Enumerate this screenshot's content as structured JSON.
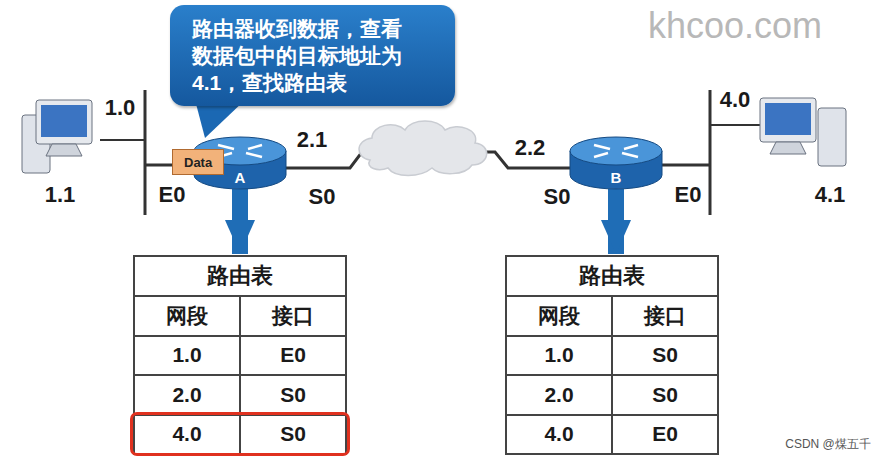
{
  "diagram": {
    "nodes": [
      {
        "text": [
          "路由器收到数据，查看数据包中的目标地址为4.1，查找路由表"
        ]
      },
      {
        "text": [
          "Data"
        ]
      },
      {
        "text": [
          "A"
        ]
      },
      {
        "text": [
          "B"
        ]
      },
      {
        "text": [
          "路由表"
        ]
      },
      {
        "text": [
          "路由表"
        ]
      }
    ],
    "edges": [
      {
        "from": 2,
        "to": 3,
        "arrow": "none"
      },
      {
        "from": 2,
        "to": 4,
        "arrow": "to"
      },
      {
        "from": 3,
        "to": 5,
        "arrow": "to"
      }
    ],
    "labels": [
      "1.0",
      "1.1",
      "E0",
      "2.1",
      "S0",
      "2.2",
      "S0",
      "E0",
      "4.0",
      "4.1",
      "网段",
      "接口",
      "1.0",
      "E0",
      "2.0",
      "S0",
      "4.0",
      "S0",
      "网段",
      "接口",
      "1.0",
      "S0",
      "2.0",
      "S0",
      "4.0",
      "E0",
      "khcoo.com",
      "CSDN @煤五千"
    ]
  }
}
